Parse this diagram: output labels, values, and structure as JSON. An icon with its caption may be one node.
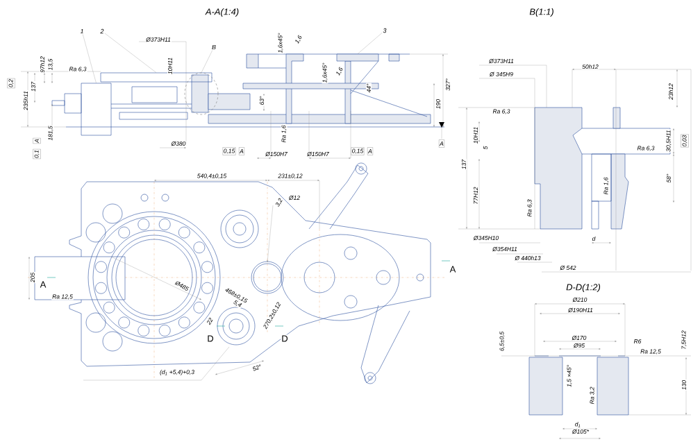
{
  "diagram": {
    "nodes": [
      {
        "text": [
          "1"
        ]
      },
      {
        "text": [
          "2"
        ]
      },
      {
        "text": [
          "3"
        ]
      },
      {
        "text": [
          "B"
        ]
      },
      {
        "text": [],
        "shape": "box"
      },
      {
        "text": [],
        "shape": "box"
      },
      {
        "text": [],
        "shape": "box"
      },
      {
        "text": [],
        "shape": "circle"
      }
    ],
    "edges": [
      {
        "from": 0,
        "to": 4,
        "arrow": "none"
      },
      {
        "from": 1,
        "to": 5,
        "arrow": "none"
      },
      {
        "from": 2,
        "to": 6,
        "arrow": "none"
      },
      {
        "from": 3,
        "to": 7,
        "arrow": "none"
      }
    ],
    "labels": [
      "A-A(1:4)",
      "Ø373H11",
      "97h12",
      "13,5",
      "Ra 6,3",
      "10H11",
      "0,2",
      "137",
      "235h11",
      "181,5",
      "0,1",
      "A",
      "Ø380",
      "0,15",
      "A",
      "Ø150H7",
      "Ø150H7",
      "0,15",
      "A",
      "1,6x45°",
      "1,6",
      "1,6x45°",
      "1,6",
      "44°",
      "63°",
      "Ra 1,6",
      "190",
      "327°",
      "A",
      "B(1:1)",
      "Ø373H11",
      "Ø 345H9",
      "50h12",
      "23h12",
      "Ra 6,3",
      "10H11",
      "5",
      "30,5H11",
      "0,03",
      "Ra 6,3",
      "137",
      "77H12",
      "58°",
      "Ra 1,6",
      "Ra 6,3",
      "Ø345H10",
      "d",
      "Ø354H11",
      "Ø 440h13",
      "Ø 542",
      "540,4±0,15",
      "231±0,12",
      "3,2",
      "Ø12",
      "205",
      "A",
      "A",
      "Ra 12,5",
      "Ø485",
      "468±0,15",
      "5,4",
      "270,2±0,12",
      "22",
      "D",
      "D",
      "52°",
      "(d$_{1}$ +5,4)+0,3",
      "D-D(1:2)",
      "Ø210",
      "Ø190H11",
      "6,5±0,5",
      "Ø170",
      "Ø95",
      "R6",
      "7,5H12",
      "Ra 12,5",
      "1,5 ×45°",
      "Ra 3,2",
      "130",
      "d$_{1}$",
      "Ø105*"
    ]
  }
}
